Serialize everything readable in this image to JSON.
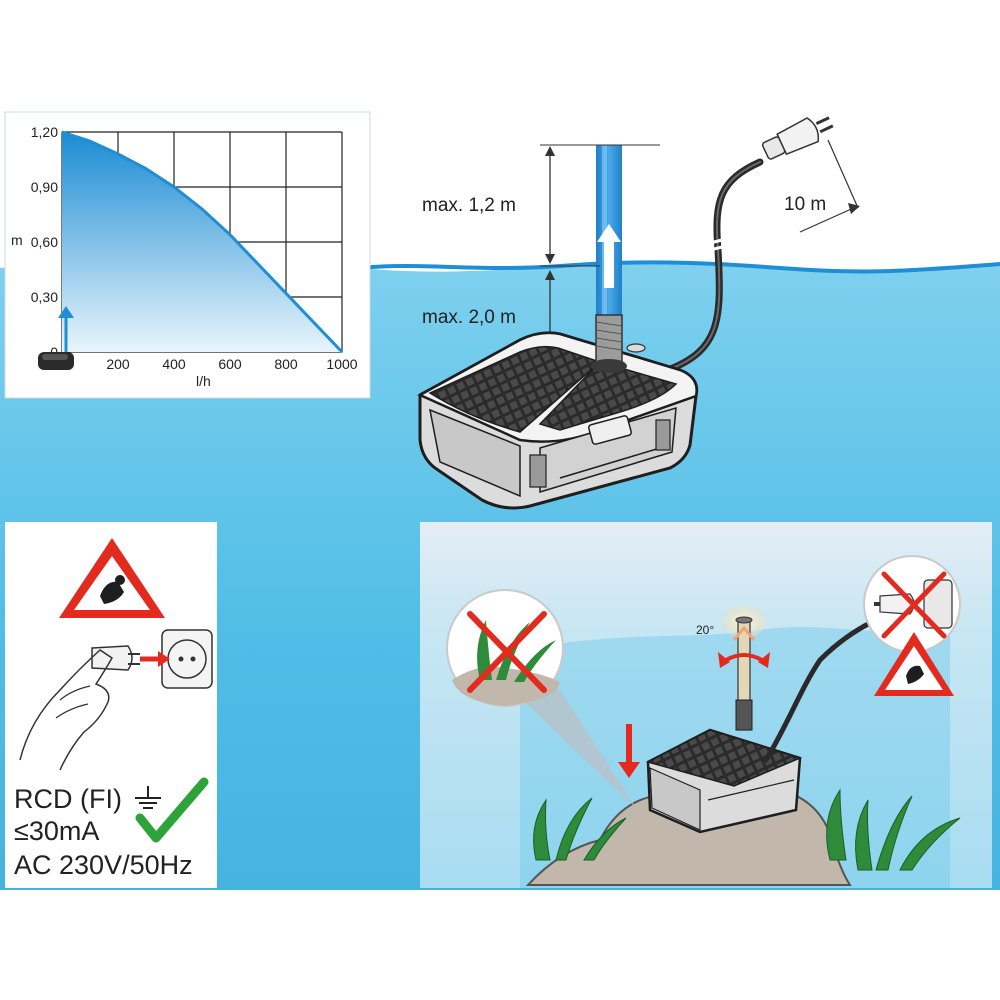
{
  "chart_data": {
    "type": "line",
    "xlabel": "l/h",
    "ylabel": "m",
    "x_ticks": [
      "0",
      "200",
      "400",
      "600",
      "800",
      "1000"
    ],
    "y_ticks": [
      "0",
      "0,30",
      "0,60",
      "0,90",
      "1,20"
    ],
    "xlim": [
      0,
      1000
    ],
    "ylim": [
      0,
      1.2
    ],
    "grid": true,
    "series": [
      {
        "x": [
          0,
          100,
          200,
          300,
          400,
          500,
          600,
          700,
          800,
          900,
          1000
        ],
        "y": [
          1.2,
          1.15,
          1.08,
          1.0,
          0.9,
          0.78,
          0.64,
          0.48,
          0.32,
          0.16,
          0.0
        ]
      }
    ],
    "colors": {
      "line": "#1e8fd6",
      "fill_top": "#1b8bd3",
      "fill_bottom": "#e8f5fc"
    }
  },
  "installation": {
    "max_height_label": "max. 1,2 m",
    "max_depth_label": "max. 2,0 m",
    "cable_length_label": "10 m"
  },
  "safety": {
    "rcd_label": "RCD (FI)",
    "current_label": "≤30mA",
    "voltage_label": "AC 230V/50Hz"
  },
  "placement": {
    "angle_label": "20°"
  },
  "colors": {
    "water": "#5cc3e8",
    "water_light": "#a9dff2",
    "stream": "#2b8fd8",
    "warning_red": "#e32a1f",
    "check_green": "#2ea33a"
  }
}
